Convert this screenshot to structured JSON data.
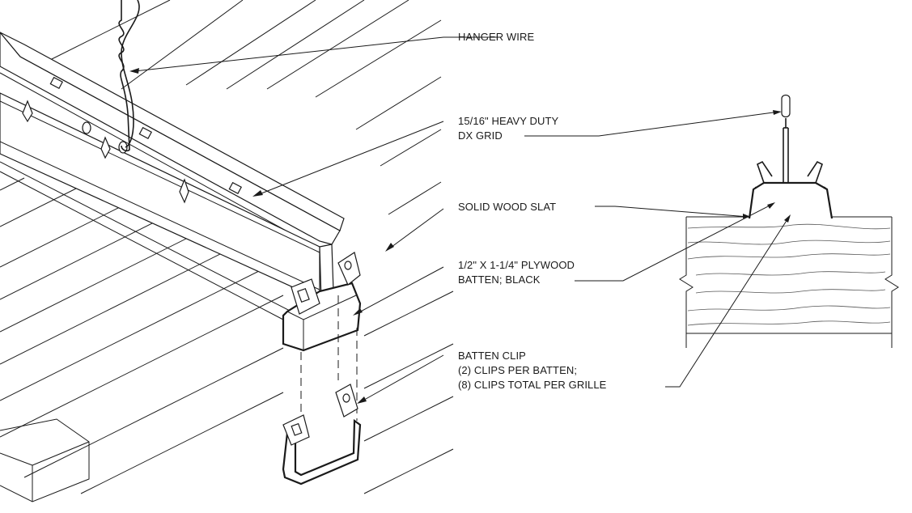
{
  "labels": {
    "hanger_wire": "HANGER WIRE",
    "heavy_duty_line1": "15/16\" HEAVY DUTY",
    "heavy_duty_line2": "DX GRID",
    "wood_slat": "SOLID WOOD SLAT",
    "plywood_line1": "1/2\" X 1-1/4\" PLYWOOD",
    "plywood_line2": "BATTEN; BLACK",
    "clip_line1": "BATTEN CLIP",
    "clip_line2": "(2) CLIPS PER BATTEN;",
    "clip_line3": "(8) CLIPS TOTAL PER GRILLE"
  },
  "colors": {
    "line": "#1a1a1a",
    "background": "#ffffff"
  }
}
